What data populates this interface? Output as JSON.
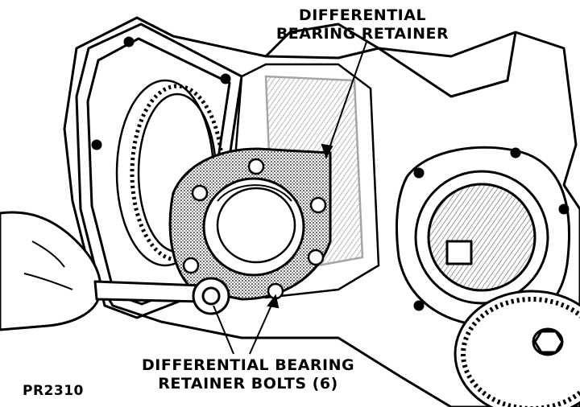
{
  "callouts": {
    "retainer_line1": "DIFFERENTIAL",
    "retainer_line2": "BEARING RETAINER",
    "bolts_line1": "DIFFERENTIAL BEARING",
    "bolts_line2": "RETAINER BOLTS (6)"
  },
  "figure_id": "PR2310",
  "colors": {
    "ink": "#000000",
    "paper": "#ffffff",
    "stipple": "#9a9a9a"
  }
}
